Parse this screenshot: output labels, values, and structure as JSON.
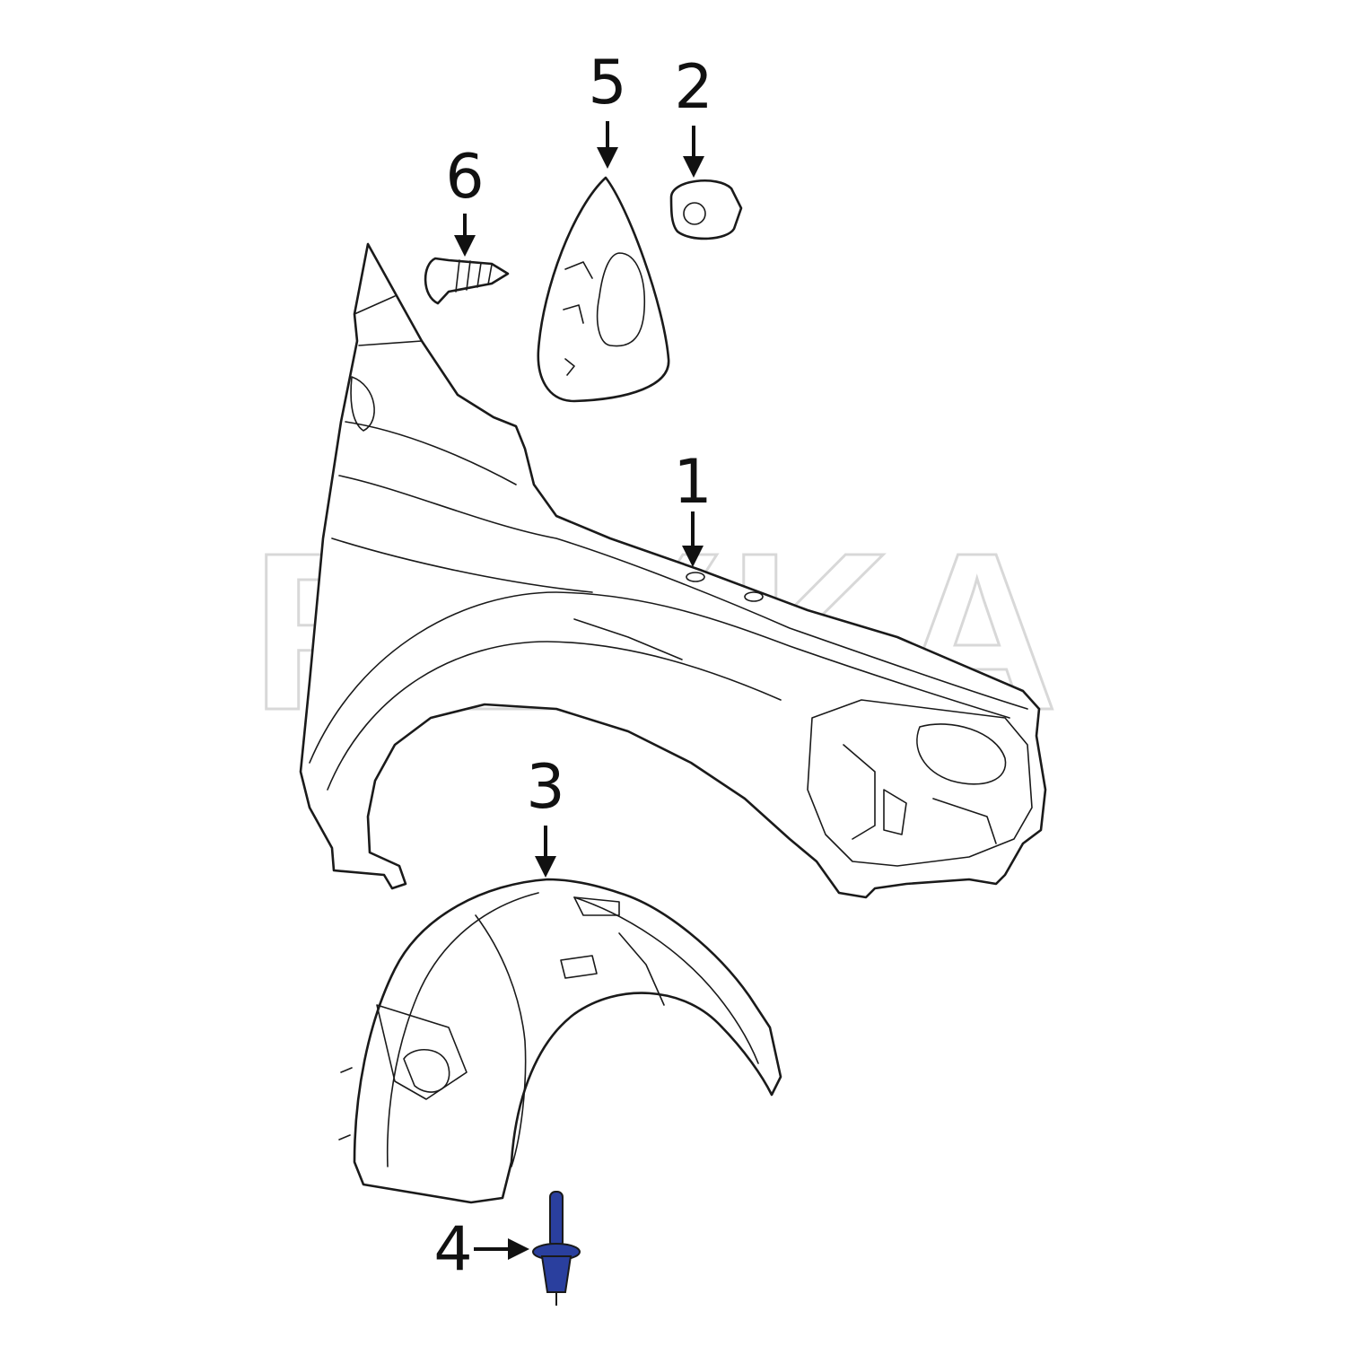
{
  "watermark": "REXKA",
  "colors": {
    "line": "#1a1a1a",
    "highlight": "#2a3f9e",
    "watermark": "#d8d8d8"
  },
  "callouts": [
    {
      "id": "1",
      "label": "1",
      "part": "fender"
    },
    {
      "id": "2",
      "label": "2",
      "part": "grommet"
    },
    {
      "id": "3",
      "label": "3",
      "part": "fender-liner"
    },
    {
      "id": "4",
      "label": "4",
      "part": "push-pin-retainer",
      "highlighted": true
    },
    {
      "id": "5",
      "label": "5",
      "part": "fender-insulator"
    },
    {
      "id": "6",
      "label": "6",
      "part": "screw"
    }
  ]
}
